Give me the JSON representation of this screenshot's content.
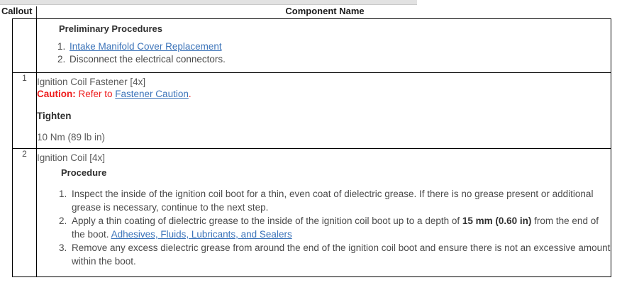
{
  "header": {
    "callout_label": "Callout",
    "component_label": "Component Name"
  },
  "colors": {
    "link": "#3b73b9",
    "caution": "#ee1c1c",
    "text": "#4a4a4a",
    "heading": "#2f2f2f",
    "border": "#000000",
    "topbar": "#e2e2e2"
  },
  "rows": [
    {
      "callout": "",
      "section_title": "Preliminary Procedures",
      "steps": [
        {
          "text": "Intake Manifold Cover Replacement",
          "link": true
        },
        {
          "text": "Disconnect the electrical connectors.",
          "link": false
        }
      ]
    },
    {
      "callout": "1",
      "component_name": "Ignition Coil Fastener [4x]",
      "caution": {
        "label": "Caution:",
        "text_before": " Refer to ",
        "link_text": "Fastener Caution",
        "text_after": "."
      },
      "tighten_label": "Tighten",
      "torque": "10 Nm  (89 lb in)"
    },
    {
      "callout": "2",
      "component_name": "Ignition Coil [4x]",
      "procedure_title": "Procedure",
      "steps": [
        {
          "part1": "Inspect the inside of the ignition coil boot for a thin, even coat of dielectric grease. If there is no grease present or additional grease is necessary, continue to the next step.",
          "bold": "",
          "part2": "",
          "link": "",
          "part3": ""
        },
        {
          "part1": "Apply a thin coating of dielectric grease to the inside of the ignition coil boot up to a depth of ",
          "bold": "15 mm (0.60 in)",
          "part2": " from the end of the boot. ",
          "link": "Adhesives, Fluids, Lubricants, and Sealers",
          "part3": ""
        },
        {
          "part1": "Remove any excess dielectric grease from around the end of the ignition coil boot and ensure there is not an excessive amount within the boot.",
          "bold": "",
          "part2": "",
          "link": "",
          "part3": ""
        }
      ]
    }
  ]
}
